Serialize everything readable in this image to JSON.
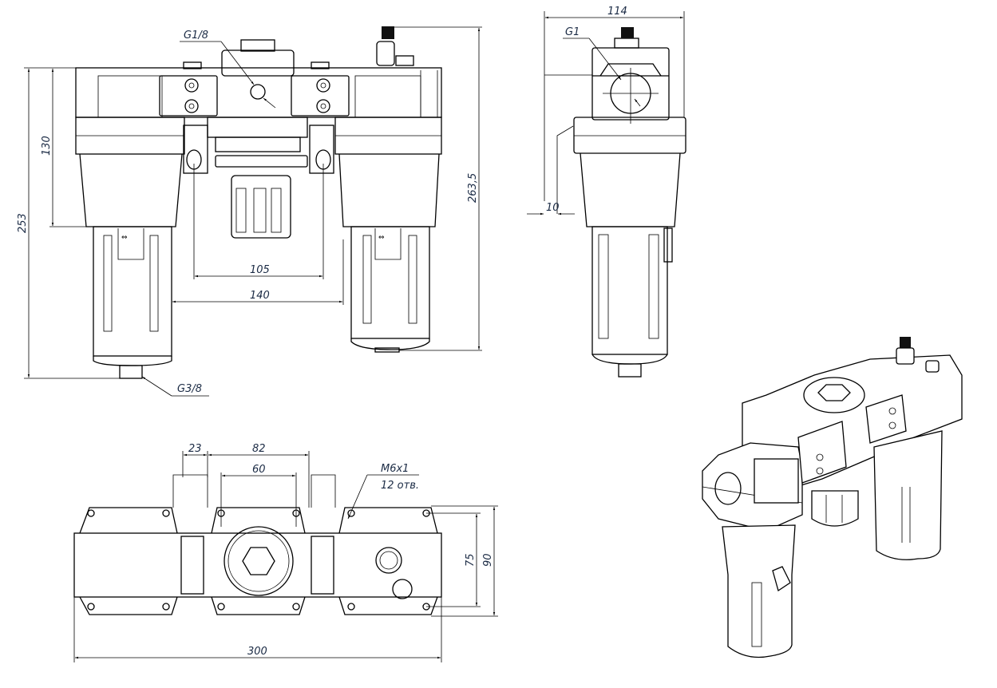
{
  "drawing": {
    "front_view": {
      "callouts": {
        "gauge_port": "G1/8",
        "drain_port": "G3/8"
      },
      "dimensions": {
        "body_height": "130",
        "total_height_left": "253",
        "total_height_right": "263,5",
        "mount_hole_spacing": "105",
        "unit_gap": "140"
      }
    },
    "side_view": {
      "callouts": {
        "port_thread": "G1"
      },
      "dimensions": {
        "width": "114",
        "bracket_offset": "10"
      }
    },
    "top_view": {
      "callouts": {
        "thread": "M6x1",
        "hole_count": "12 отв."
      },
      "dimensions": {
        "bracket_width": "23",
        "bracket_outer": "82",
        "bracket_inner": "60",
        "hole_spacing_depth": "75",
        "body_depth": "90",
        "total_length": "300"
      }
    },
    "iso_view": {
      "label": ""
    },
    "colors": {
      "line": "#000000",
      "dimension_text": "#1a2a44",
      "background": "#ffffff"
    }
  }
}
